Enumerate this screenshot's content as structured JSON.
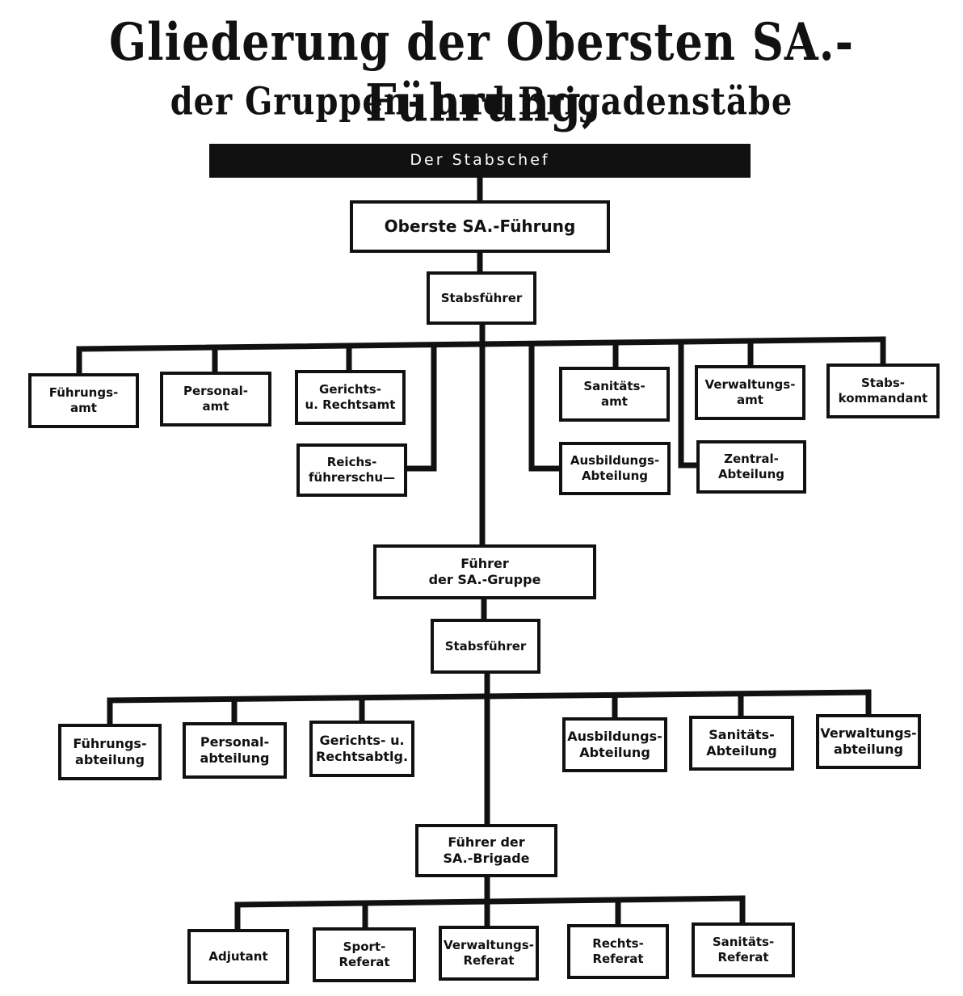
{
  "title": {
    "line1": "Gliederung der Obersten SA.-Führung,",
    "line2": "der Gruppen- und Brigadenstäbe"
  },
  "nodes": {
    "stabschef": "Der Stabschef",
    "osaf": "Oberste SA.-Führung",
    "stabsfuehrer1": "Stabsführer",
    "fuehrungsamt": "Führungs-\namt",
    "personalamt": "Personal-\namt",
    "gerichtsamt": "Gerichts-\nu. Rechtsamt",
    "reichsfuehrerschule": "Reichs-\nführerschu—",
    "sanitaetsamt": "Sanitäts-\namt",
    "ausbildungsabt1": "Ausbildungs-\nAbteilung",
    "verwaltungsamt": "Verwaltungs-\namt",
    "zentralabt": "Zentral-\nAbteilung",
    "stabskommandant": "Stabs-\nkommandant",
    "gruppe": "Führer\nder SA.-Gruppe",
    "stabsfuehrer2": "Stabsführer",
    "fuehrungsabt": "Führungs-\nabteilung",
    "personalabt": "Personal-\nabteilung",
    "rechtsabt": "Gerichts- u.\nRechtsabtlg.",
    "ausbildungsabt2": "Ausbildungs-\nAbteilung",
    "sanitaetsabt": "Sanitäts-\nAbteilung",
    "verwaltungsabt": "Verwaltungs-\nabteilung",
    "brigade": "Führer der\nSA.-Brigade",
    "adjutant": "Adjutant",
    "sportreferat": "Sport-\nReferat",
    "verwaltungsreferat": "Verwaltungs-\nReferat",
    "rechtsreferat": "Rechts-\nReferat",
    "sanitaetsreferat": "Sanitäts-\nReferat"
  }
}
